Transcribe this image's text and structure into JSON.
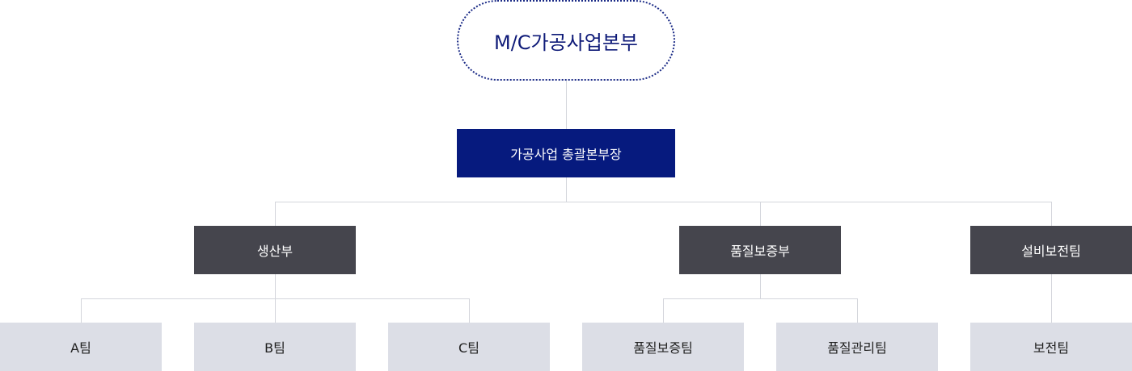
{
  "org": {
    "root": "M/C가공사업본부",
    "head": "가공사업 총괄본부장",
    "departments": [
      {
        "name": "생산부",
        "teams": [
          "A팀",
          "B팀",
          "C팀"
        ]
      },
      {
        "name": "품질보증부",
        "teams": [
          "품질보증팀",
          "품질관리팀"
        ]
      },
      {
        "name": "설비보전팀",
        "teams": [
          "보전팀"
        ]
      }
    ]
  }
}
